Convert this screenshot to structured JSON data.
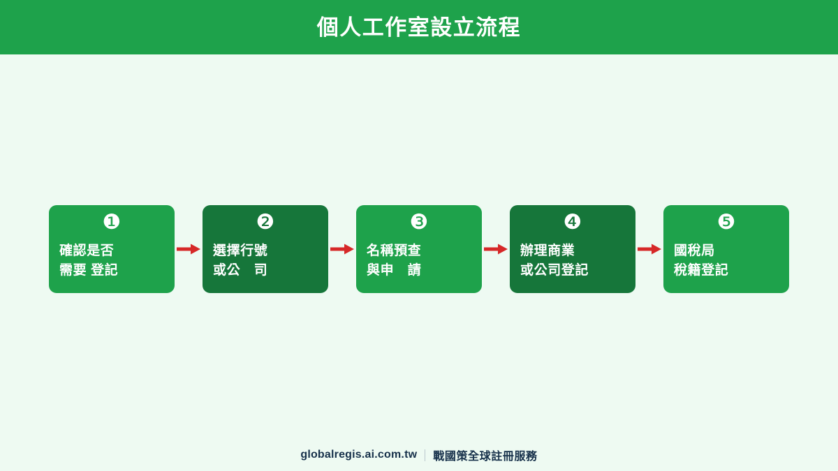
{
  "header": {
    "title": "個人工作室設立流程",
    "bar_color": "#1ea24b",
    "title_color": "#ffffff"
  },
  "canvas": {
    "background_color": "#eefaf2"
  },
  "flow": {
    "arrow_icon": "arrow-right-icon",
    "arrow_color": "#d62828",
    "tone_light_color": "#1ea24b",
    "tone_dark_color": "#16763a",
    "steps": [
      {
        "number": "1",
        "badge": "❶",
        "line1": "確認是否",
        "line2": "需要  登記",
        "text": "確認是否\n需要  登記",
        "tone": "light"
      },
      {
        "number": "2",
        "badge": "❷",
        "line1": "選擇行號",
        "line2": "或公　司",
        "text": "選擇行號\n或公　司",
        "tone": "dark"
      },
      {
        "number": "3",
        "badge": "❸",
        "line1": "名稱預查",
        "line2": "與申　請",
        "text": "名稱預查\n與申　請",
        "tone": "light"
      },
      {
        "number": "4",
        "badge": "❹",
        "line1": "辦理商業",
        "line2": "或公司登記",
        "text": "辦理商業\n或公司登記",
        "tone": "dark"
      },
      {
        "number": "5",
        "badge": "❺",
        "line1": "國稅局",
        "line2": "稅籍登記",
        "text": "國稅局\n稅籍登記",
        "tone": "light"
      }
    ]
  },
  "footer": {
    "domain": "globalregis.ai.com.tw",
    "separator": "│",
    "brand": "戰國策全球註冊服務",
    "text_color": "#16304a"
  }
}
